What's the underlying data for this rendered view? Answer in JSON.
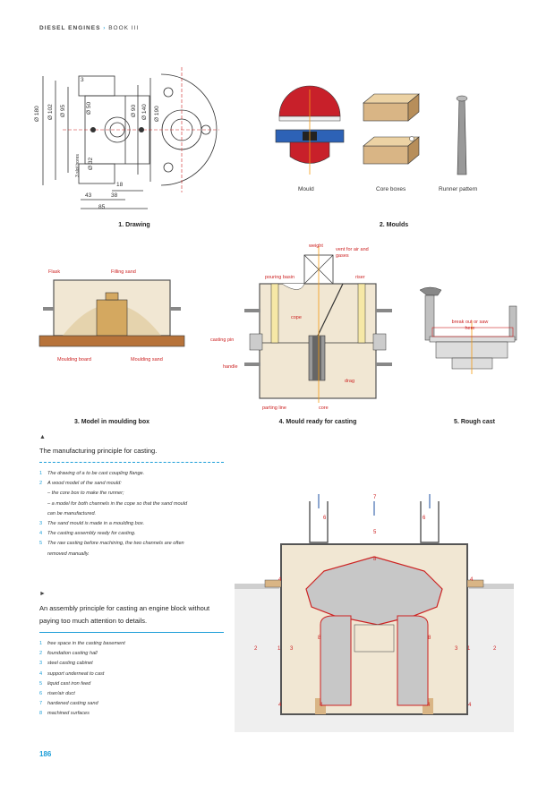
{
  "header": {
    "left": "DIESEL ENGINES",
    "sep": "›",
    "right": "BOOK III"
  },
  "fig1": {
    "caption": "1. Drawing",
    "dims": {
      "d180": "Ø 180",
      "d102": "Ø 102",
      "d95": "Ø 95",
      "d50": "Ø 50",
      "d90": "Ø 90",
      "d140": "Ø 140",
      "d190": "Ø 190",
      "d32": "Ø 32",
      "vertical_label": "3 slot bores",
      "three": "3",
      "eighteen": "18",
      "fortythree": "43",
      "thirtyeight": "38",
      "eightyfive": "85"
    }
  },
  "fig2": {
    "caption": "2. Moulds",
    "mould": "Mould",
    "core_boxes": "Core boxes",
    "runner": "Runner pattern"
  },
  "fig3": {
    "caption": "3. Model in moulding box",
    "flask": "Flask",
    "filling_sand": "Filling sand",
    "moulding_board": "Moulding board",
    "moulding_sand": "Moulding sand"
  },
  "fig4": {
    "caption": "4. Mould ready for casting",
    "weight": "weight",
    "vent": "vent for air and gases",
    "pouring_basin": "pouring basin",
    "riser": "riser",
    "cope": "cope",
    "casting_pin": "casting pin",
    "handle": "handle",
    "drag": "drag",
    "parting_line": "parting line",
    "core": "core"
  },
  "fig5": {
    "caption": "5. Rough cast",
    "break_out": "break out or saw here"
  },
  "section1": {
    "marker": "▲",
    "heading": "The manufacturing principle for casting.",
    "items": [
      {
        "n": "1",
        "text": "The drawing of a to be cast coupling flange."
      },
      {
        "n": "2",
        "text": "A wood model of the sand mould:"
      },
      {
        "n": "",
        "text": "– the core box to make the runner;"
      },
      {
        "n": "",
        "text": "– a model for both channels in the cope so that the sand mould"
      },
      {
        "n": "",
        "text": "can be manufactured."
      },
      {
        "n": "3",
        "text": "The sand mould is made in a moulding box."
      },
      {
        "n": "4",
        "text": "The casting assembly ready for casting."
      },
      {
        "n": "5",
        "text": "The raw casting before machining, the two channels are often"
      },
      {
        "n": "",
        "text": "removed manually."
      }
    ]
  },
  "section2": {
    "marker": "►",
    "heading_line1": "An assembly principle for casting an engine block without",
    "heading_line2": "paying too much attention to details.",
    "items": [
      {
        "n": "1",
        "text": "free space in the casting basement"
      },
      {
        "n": "2",
        "text": "foundation casting hall"
      },
      {
        "n": "3",
        "text": "steel casting cabinet"
      },
      {
        "n": "4",
        "text": "support underneat to cast"
      },
      {
        "n": "5",
        "text": "liquid cast iron feed"
      },
      {
        "n": "6",
        "text": "riser/air duct"
      },
      {
        "n": "7",
        "text": "hardened casting sand"
      },
      {
        "n": "8",
        "text": "machined surfaces"
      }
    ]
  },
  "engine_fig": {
    "n1": "1",
    "n2": "2",
    "n3": "3",
    "n4": "4",
    "n5": "5",
    "n6": "6",
    "n7": "7",
    "n8": "8"
  },
  "page_number": "186"
}
